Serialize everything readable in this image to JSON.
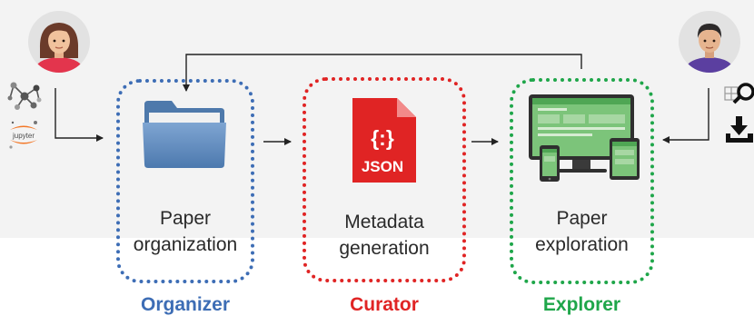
{
  "stages": [
    {
      "line1": "Paper",
      "line2": "organization"
    },
    {
      "line1": "Metadata",
      "line2": "generation"
    },
    {
      "line1": "Paper",
      "line2": "exploration"
    }
  ],
  "roles": [
    {
      "label": "Organizer",
      "color": "#3d6db5"
    },
    {
      "label": "Curator",
      "color": "#e02424"
    },
    {
      "label": "Explorer",
      "color": "#1fa64a"
    }
  ],
  "icons": {
    "json_label": "JSON",
    "json_braces": "{:}",
    "jupyter_label": "jupyter"
  }
}
